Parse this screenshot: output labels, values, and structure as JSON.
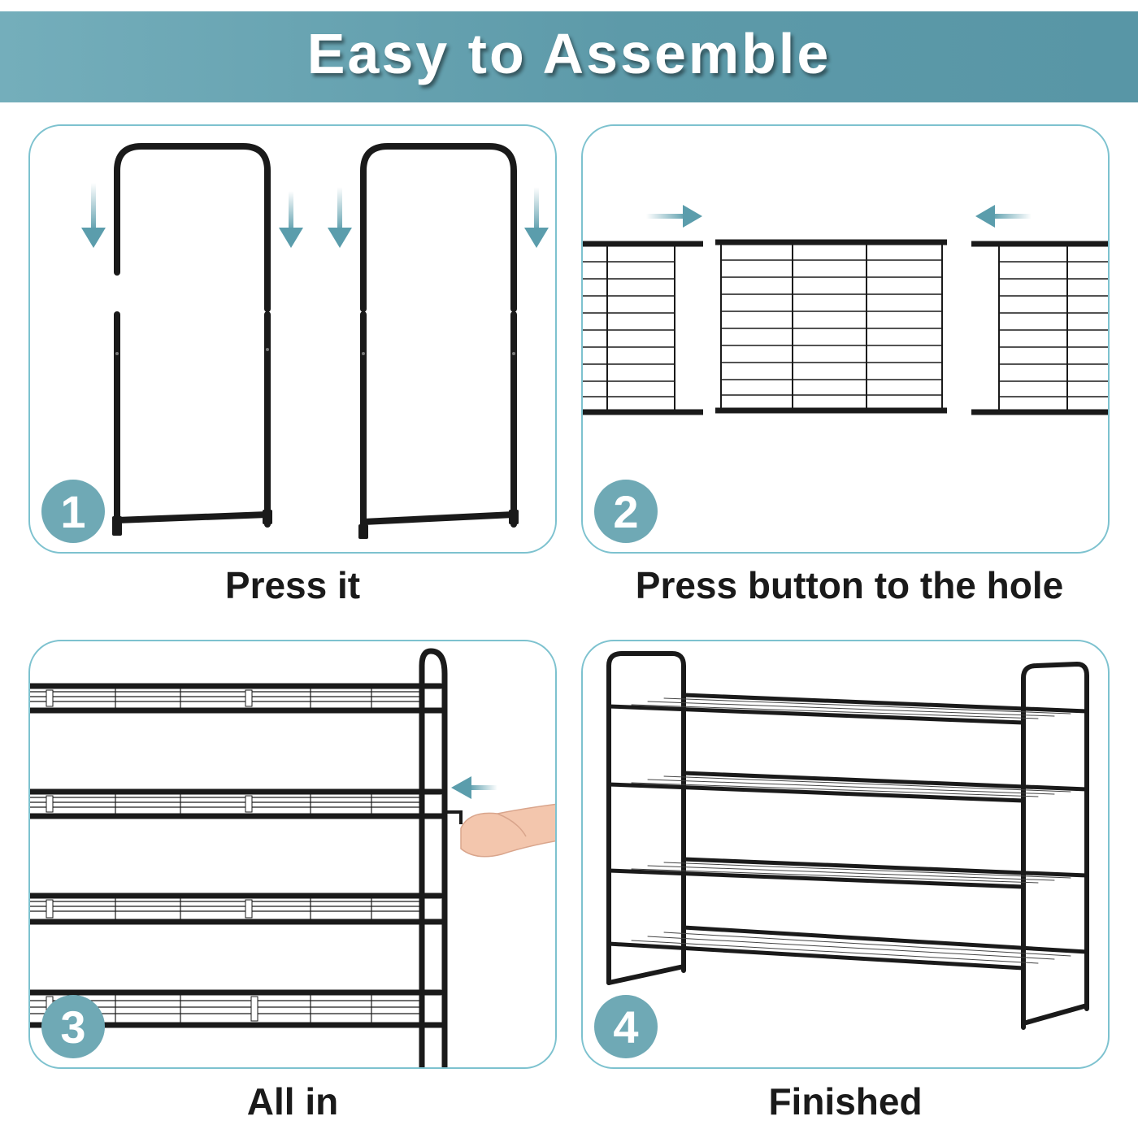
{
  "banner": {
    "title": "Easy to Assemble"
  },
  "colors": {
    "banner": "#5d9aa9",
    "panel_border": "#7dc2cf",
    "badge": "#6fa9b5",
    "arrow": "#5b9dac",
    "metal": "#1a1a1a"
  },
  "steps": [
    {
      "number": "1",
      "caption": "Press it"
    },
    {
      "number": "2",
      "caption": "Press button to the hole"
    },
    {
      "number": "3",
      "caption": "All in"
    },
    {
      "number": "4",
      "caption": "Finished"
    }
  ]
}
